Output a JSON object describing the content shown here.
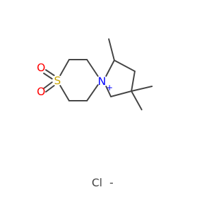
{
  "structure": {
    "atoms": {
      "sulfur": "S",
      "oxygen_top": "O",
      "oxygen_bottom": "O",
      "nitrogen": "N",
      "nitrogen_charge": "+"
    },
    "counter_ion": {
      "symbol": "Cl",
      "charge": "-"
    }
  },
  "colors": {
    "sulfur": "#c8a400",
    "oxygen": "#ff0000",
    "nitrogen": "#0000ff",
    "chlorine": "#444444",
    "bond": "#444444",
    "background": "#ffffff"
  }
}
